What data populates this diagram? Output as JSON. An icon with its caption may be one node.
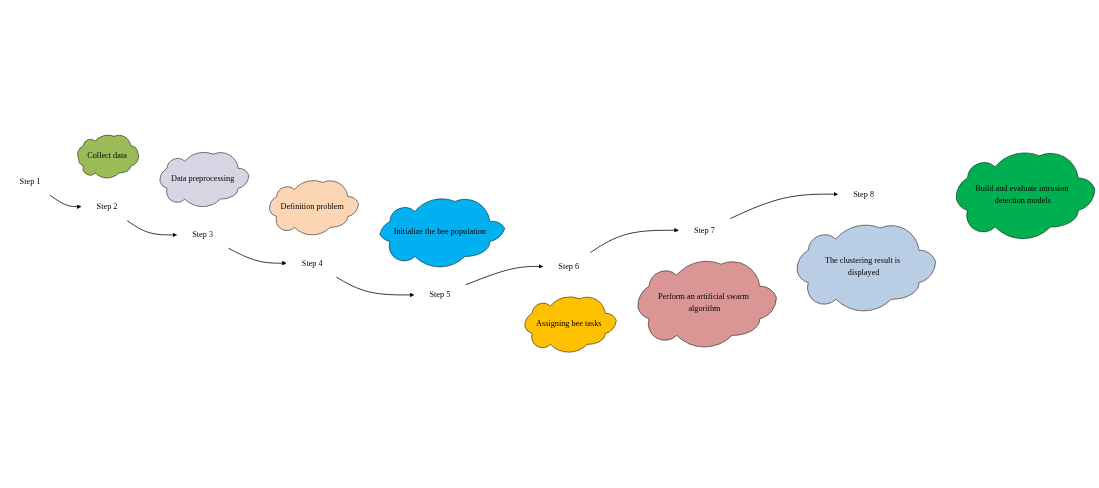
{
  "diagram": {
    "nodes": [
      {
        "text": [
          "Collect data"
        ]
      },
      {
        "text": [
          "Data preprocessing"
        ]
      },
      {
        "text": [
          "Definition problem"
        ]
      },
      {
        "text": [
          "Initialize the bee population"
        ]
      },
      {
        "text": [
          "Step 1"
        ]
      },
      {
        "text": [
          "Step 2"
        ]
      },
      {
        "text": [
          "Step 3"
        ]
      },
      {
        "text": [
          "Step 4"
        ]
      },
      {
        "text": [
          "Step 8"
        ]
      },
      {
        "text": [
          "Step 7"
        ]
      },
      {
        "text": [
          "Step 6"
        ]
      },
      {
        "text": [
          "Step 5"
        ]
      },
      {
        "text": [
          "Build and evaluate intrusion detection models"
        ]
      },
      {
        "text": [
          "The clustering result is displayed"
        ]
      },
      {
        "text": [
          "Perform an artificial swarm algorithm"
        ]
      },
      {
        "text": [
          "Assigning bee tasks"
        ]
      }
    ],
    "edges": [
      {
        "from": 4,
        "to": 5,
        "arrow": "to"
      },
      {
        "from": 5,
        "to": 6,
        "arrow": "to"
      },
      {
        "from": 6,
        "to": 7,
        "arrow": "to"
      },
      {
        "from": 7,
        "to": 11,
        "arrow": "to"
      },
      {
        "from": 11,
        "to": 10,
        "arrow": "to"
      },
      {
        "from": 10,
        "to": 9,
        "arrow": "to"
      },
      {
        "from": 9,
        "to": 8,
        "arrow": "to"
      }
    ]
  }
}
